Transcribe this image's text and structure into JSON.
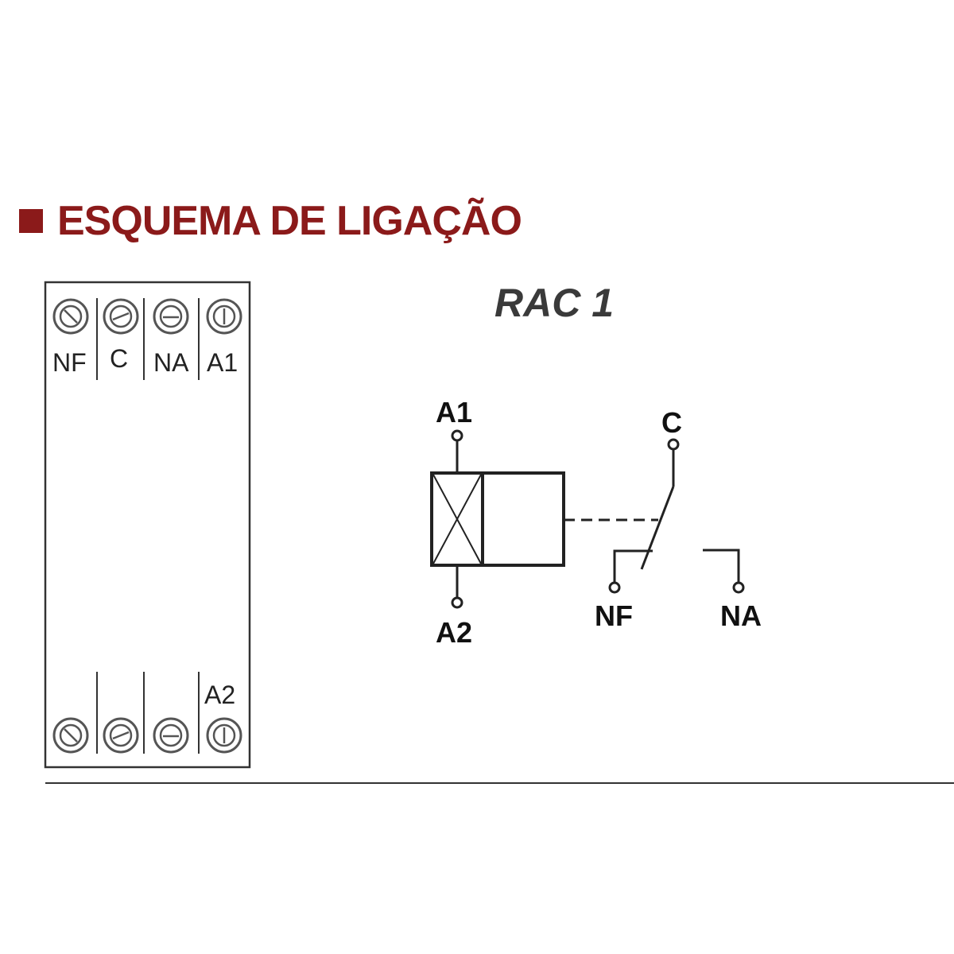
{
  "heading": {
    "text": "ESQUEMA DE LIGAÇÃO",
    "color": "#8b1a1a"
  },
  "model": {
    "title": "RAC 1"
  },
  "terminal_block": {
    "top_labels": [
      "NF",
      "C",
      "NA",
      "A1"
    ],
    "bottom_labels": [
      "A2"
    ]
  },
  "schematic": {
    "coil_top_terminal": "A1",
    "coil_bottom_terminal": "A2",
    "common_terminal": "C",
    "nc_terminal": "NF",
    "no_terminal": "NA"
  },
  "colors": {
    "line": "#222222",
    "screw_ring": "#555555"
  }
}
